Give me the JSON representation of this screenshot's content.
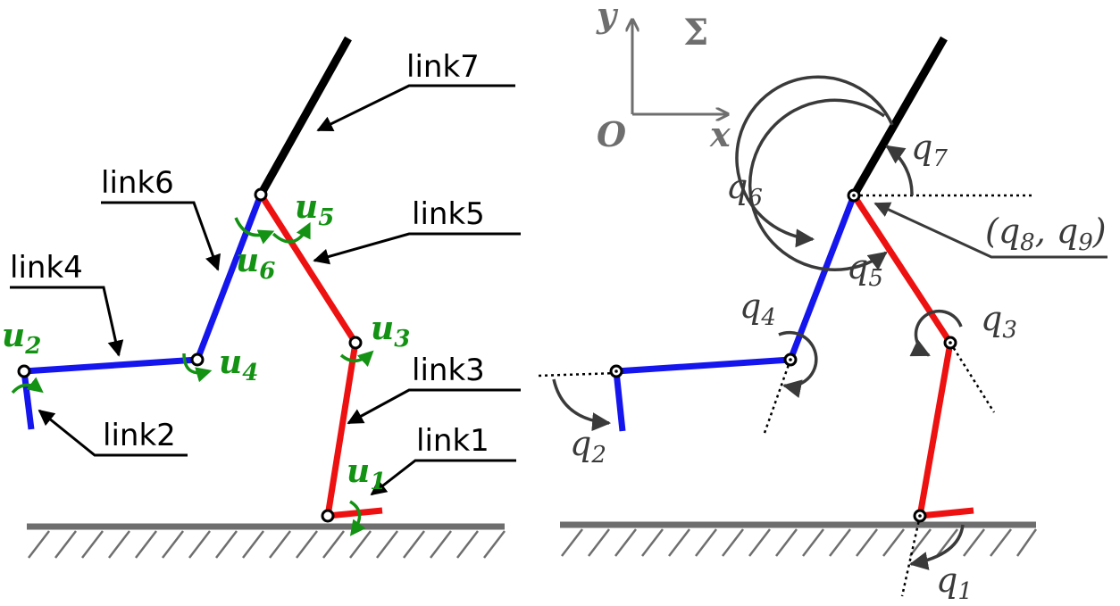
{
  "links": {
    "link1": "link1",
    "link2": "link2",
    "link3": "link3",
    "link4": "link4",
    "link5": "link5",
    "link6": "link6",
    "link7": "link7"
  },
  "inputs": {
    "u1": {
      "base": "u",
      "sub": "1"
    },
    "u2": {
      "base": "u",
      "sub": "2"
    },
    "u3": {
      "base": "u",
      "sub": "3"
    },
    "u4": {
      "base": "u",
      "sub": "4"
    },
    "u5": {
      "base": "u",
      "sub": "5"
    },
    "u6": {
      "base": "u",
      "sub": "6"
    }
  },
  "coords": {
    "q1": {
      "base": "q",
      "sub": "1"
    },
    "q2": {
      "base": "q",
      "sub": "2"
    },
    "q3": {
      "base": "q",
      "sub": "3"
    },
    "q4": {
      "base": "q",
      "sub": "4"
    },
    "q5": {
      "base": "q",
      "sub": "5"
    },
    "q6": {
      "base": "q",
      "sub": "6"
    },
    "q7": {
      "base": "q",
      "sub": "7"
    },
    "q89": {
      "open": "(",
      "base1": "q",
      "sub1": "8",
      "sep": ", ",
      "base2": "q",
      "sub2": "9",
      "close": ")"
    }
  },
  "frame": {
    "y": "y",
    "x": "x",
    "origin": "O",
    "sigma": "Σ"
  },
  "colors": {
    "red": "#ee1111",
    "blue": "#1515ee",
    "black": "#000000",
    "green": "#139213",
    "ground": "#6e6e6e",
    "annot": "#3a3a3a"
  }
}
